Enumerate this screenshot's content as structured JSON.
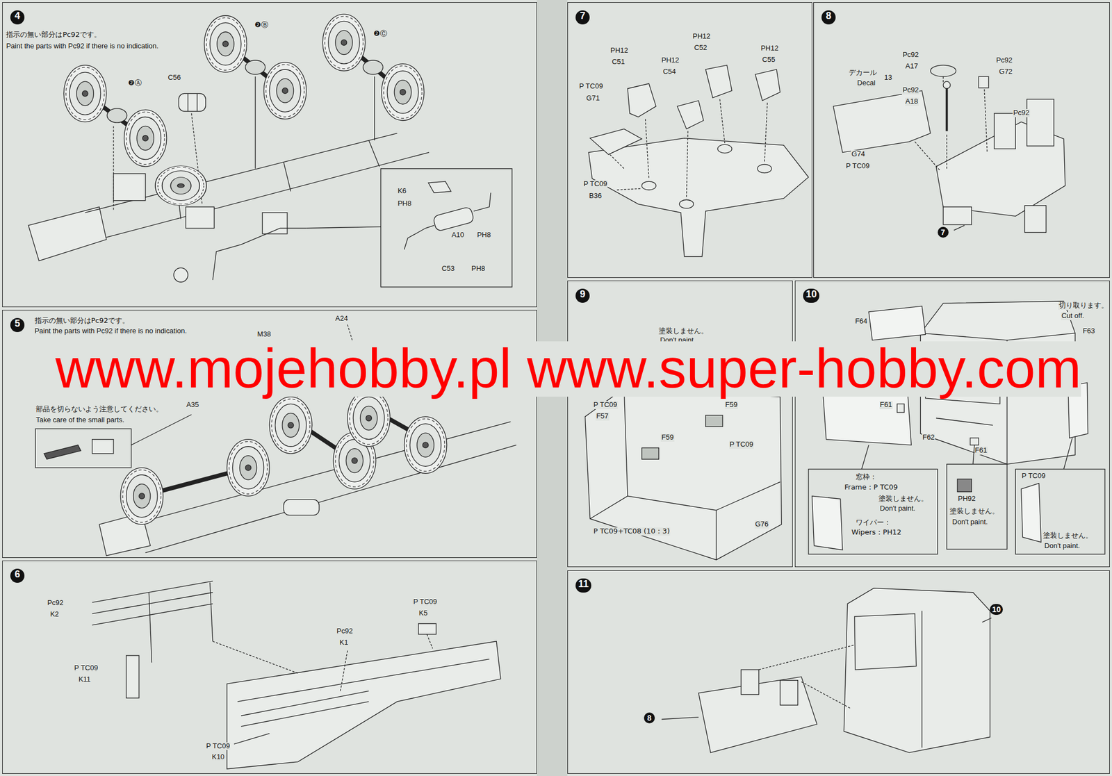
{
  "diagram": {
    "nodes": [
      {
        "text": [
          "4"
        ]
      },
      {
        "text": [
          "5"
        ]
      },
      {
        "text": [
          "6"
        ]
      },
      {
        "text": [
          "7"
        ]
      },
      {
        "text": [
          "8"
        ]
      },
      {
        "text": [
          "9"
        ]
      },
      {
        "text": [
          "10"
        ]
      },
      {
        "text": [
          "11"
        ]
      }
    ],
    "labels": [
      "指示の無い部分はPc92です。",
      "Paint the parts with Pc92 if there is no indication.",
      "❷Ⓐ",
      "❷Ⓑ",
      "❷Ⓒ",
      "C56",
      "K6",
      "PH8",
      "A10",
      "PH8",
      "C53",
      "PH8",
      "指示の無い部分はPc92です。",
      "Paint the parts with Pc92 if there is no indication.",
      "A24",
      "M38",
      "A35",
      "部品を切らないよう注意してください。",
      "Take care of the small parts.",
      "Pc92",
      "K2",
      "P TC09",
      "K11",
      "Pc92",
      "K1",
      "P TC09",
      "K5",
      "P TC09",
      "K10",
      "PH12",
      "C51",
      "PH12",
      "C54",
      "PH12",
      "C52",
      "PH12",
      "C55",
      "P TC09",
      "G71",
      "P TC09",
      "B36",
      "Pc92",
      "A17",
      "Pc92",
      "A18",
      "Pc92",
      "G72",
      "デカール",
      "Decal",
      "13",
      "G74",
      "P TC09",
      "Pc92",
      "塗装しません。",
      "Don't paint.",
      "P TC09",
      "F57",
      "F59",
      "F59",
      "P TC09",
      "P TC09+TC08 (10：3)",
      "G76",
      "F64",
      "切り取ります。",
      "Cut off.",
      "F63",
      "F61",
      "F62",
      "F61",
      "窓枠：",
      "Frame：P TC09",
      "塗装しません。",
      "Don't paint.",
      "ワイパー：",
      "Wipers：PH12",
      "PH92",
      "塗装しません。",
      "Don't paint.",
      "P TC09",
      "塗装しません。",
      "Don't paint.",
      "10",
      "8",
      "7",
      "www.mojehobby.pl www.super-hobby.com"
    ]
  }
}
